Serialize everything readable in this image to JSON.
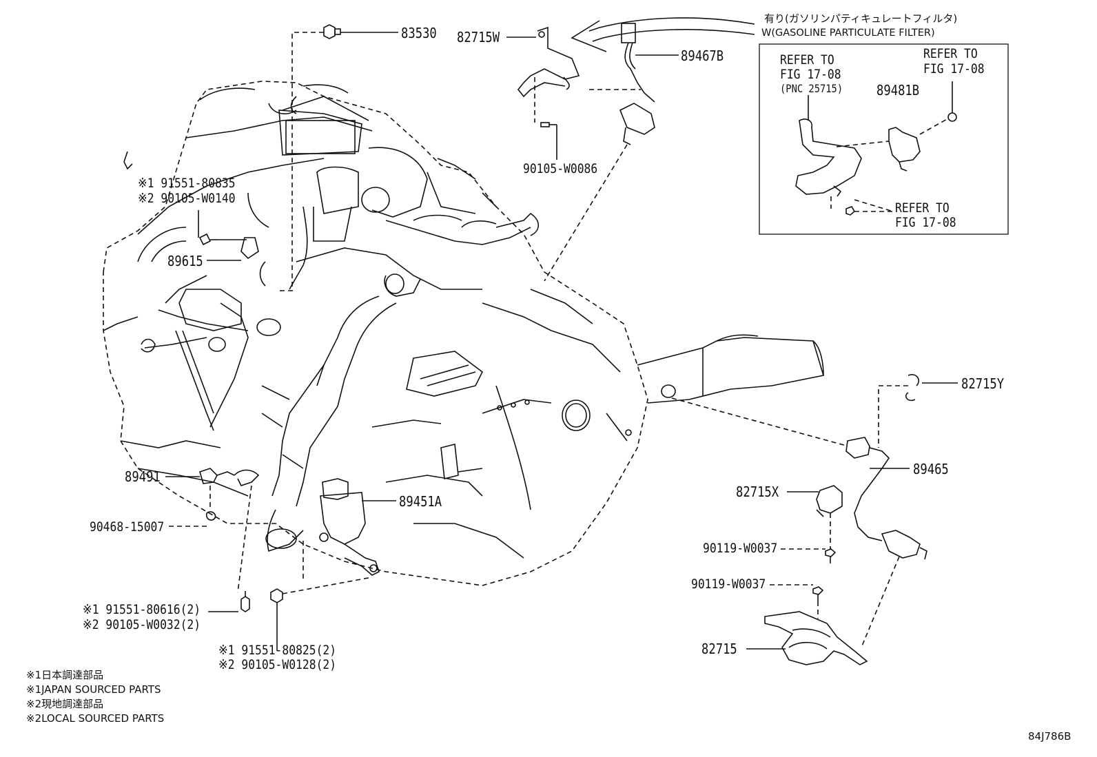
{
  "diagram_id": "84J786B",
  "header": {
    "note_jp": "有り(ガソリンパティキュレートフィルタ)",
    "note_en": "W(GASOLINE PARTICULATE FILTER)"
  },
  "refer_box": {
    "refer_a_line1": "REFER TO",
    "refer_a_line2": "FIG 17-08",
    "refer_a_line3": "(PNC 25715)",
    "refer_b_line1": "REFER TO",
    "refer_b_line2": "FIG 17-08",
    "refer_c_line1": "REFER TO",
    "refer_c_line2": "FIG 17-08",
    "part_89481B": "89481B"
  },
  "parts": {
    "p83530": "83530",
    "p82715W": "82715W",
    "p89467B": "89467B",
    "p90105_W0086": "90105-W0086",
    "p91551_80835": "※1 91551-80835",
    "p90105_W0140": "※2 90105-W0140",
    "p89615": "89615",
    "p82715Y": "82715Y",
    "p89465": "89465",
    "p82715X": "82715X",
    "p90119_W0037_a": "90119-W0037",
    "p90119_W0037_b": "90119-W0037",
    "p82715": "82715",
    "p89491": "89491",
    "p90468_15007": "90468-15007",
    "p89451A": "89451A",
    "p91551_80616": "※1 91551-80616(2)",
    "p90105_W0032": "※2 90105-W0032(2)",
    "p91551_80825": "※1 91551-80825(2)",
    "p90105_W0128": "※2 90105-W0128(2)"
  },
  "legend": {
    "l1_jp": "※1日本調達部品",
    "l1_en": "※1JAPAN SOURCED PARTS",
    "l2_jp": "※2現地調達部品",
    "l2_en": "※2LOCAL SOURCED PARTS"
  }
}
